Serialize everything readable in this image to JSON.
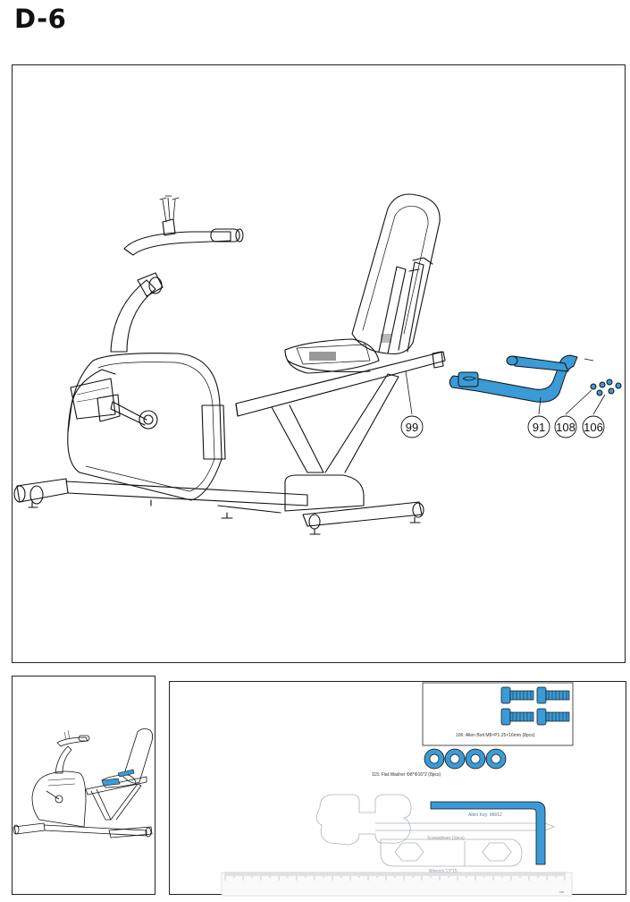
{
  "step": {
    "title": "D-6"
  },
  "callouts": {
    "c99": "99",
    "c91": "91",
    "c108": "108",
    "c106": "106"
  },
  "parts": {
    "bolt_label": "106: Allen Bolt M8×P1.25×16mm (8pcs)",
    "washer_label": "115: Flat Washer Φ8*Φ16*2 (8pcs)",
    "allen_key_label": "Allen Key: M8/12",
    "screwdriver_label": "Screwdriver (1pcs)",
    "wrench_label": "Wrench 13*15",
    "ruler_unit": "cm"
  },
  "colors": {
    "highlight": "#3a9bd6",
    "line": "#111111"
  }
}
